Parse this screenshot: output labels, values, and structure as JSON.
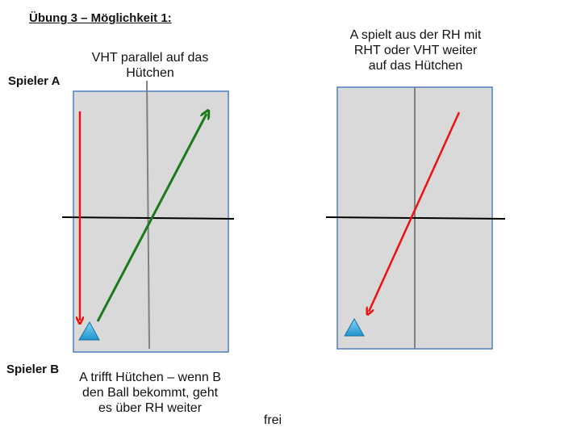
{
  "title": "Übung 3 – Möglichkeit 1:",
  "players": {
    "a": "Spieler A",
    "b": "Spieler B"
  },
  "left_table": {
    "top_caption": "VHT parallel auf das\nHütchen",
    "bottom_caption": "A trifft Hütchen – wenn B\nden Ball bekommt, geht\nes über RH weiter"
  },
  "right_table": {
    "top_caption": "A spielt aus der RH mit\nRHT oder VHT weiter\nauf das Hütchen"
  },
  "footer_note": "frei",
  "colors": {
    "table_fill": "#d9d9d9",
    "table_border": "#4f7fbf",
    "center_line": "#808080",
    "net": "#000000",
    "red_arrow": "#ee1111",
    "green_arrow": "#1a7a1a",
    "cone": "#29a8e0"
  },
  "icons": {
    "cone": "cone-icon"
  }
}
